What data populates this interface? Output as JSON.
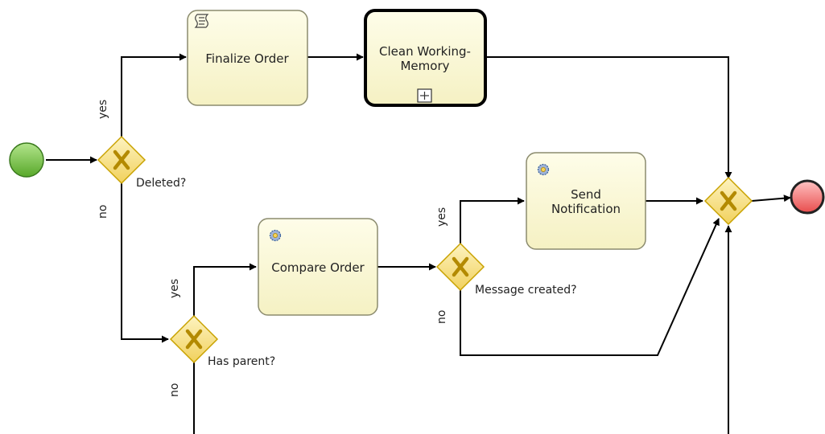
{
  "colors": {
    "task_fill_top": "#fefde9",
    "task_fill_bottom": "#f5f1c3",
    "task_stroke": "#8b8b6e",
    "gateway_fill": "#f6df7b",
    "gateway_stroke": "#c9a200",
    "gateway_x": "#b38a00",
    "start_fill": "#76c442",
    "start_stroke": "#3a7a1d",
    "end_fill": "#f07a7a",
    "end_stroke": "#222222",
    "edge": "#000000"
  },
  "tasks": {
    "finalize_order": {
      "label": "Finalize Order",
      "icon": "script-icon"
    },
    "clean_memory": {
      "label_line1": "Clean Working-",
      "label_line2": "Memory",
      "icon": "subprocess-marker-icon"
    },
    "send_notification": {
      "label_line1": "Send",
      "label_line2": "Notification",
      "icon": "service-gear-icon"
    },
    "compare_order": {
      "label": "Compare Order",
      "icon": "service-gear-icon"
    }
  },
  "gateways": {
    "deleted": {
      "label": "Deleted?"
    },
    "has_parent": {
      "label": "Has parent?"
    },
    "message_created": {
      "label": "Message created?"
    },
    "merge": {
      "label": ""
    }
  },
  "edge_labels": {
    "deleted_yes": "yes",
    "deleted_no": "no",
    "has_parent_yes": "yes",
    "has_parent_no": "no",
    "message_yes": "yes",
    "message_no": "no"
  }
}
